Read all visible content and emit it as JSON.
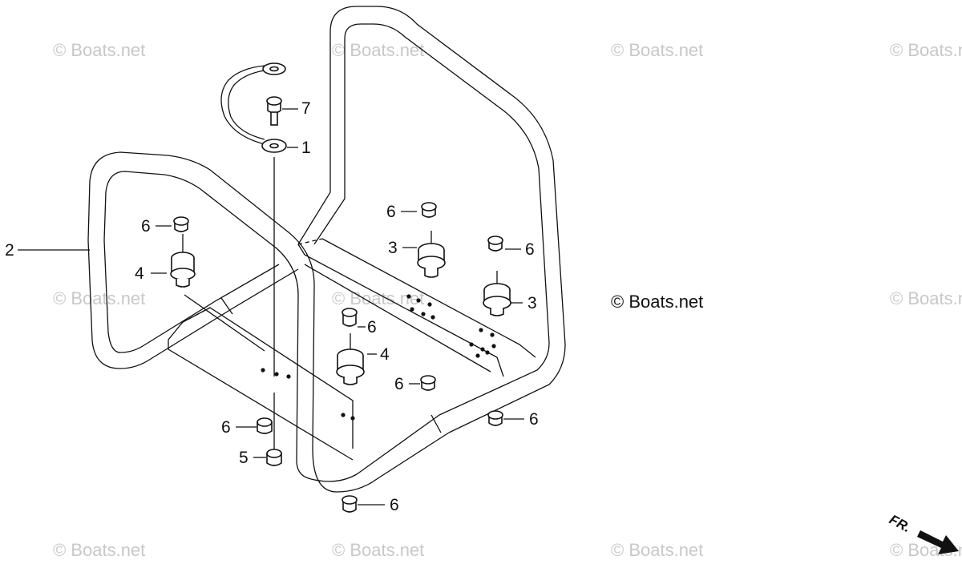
{
  "watermark": "© Boats.net",
  "front_indicator": "FR.",
  "callouts": {
    "frame": "2",
    "grounding_wire_washer": "1",
    "bolt_top": "7",
    "mount_rear_left": "4",
    "mount_front": "4",
    "mount_rear_right_a": "3",
    "mount_rear_right_b": "3",
    "nut_left_top": "6",
    "nut_center_top": "6",
    "nut_right_top": "6",
    "nut_front_center": "6",
    "nut_mid": "6",
    "nut_bottom_left": "6",
    "nut_bottom_right": "6",
    "nut_bottom_center": "6",
    "nut_5": "5"
  }
}
